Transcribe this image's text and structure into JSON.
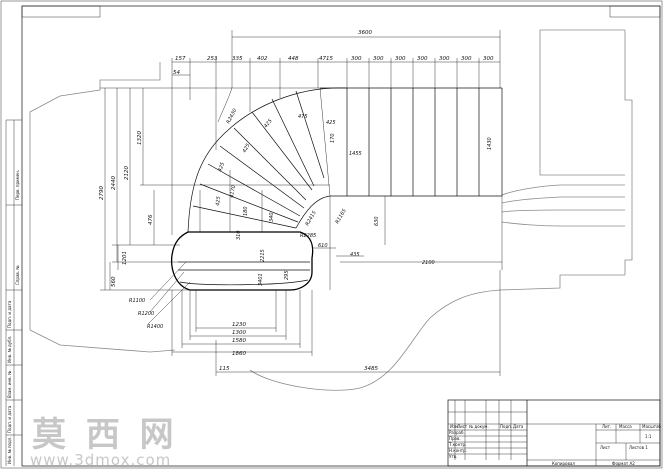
{
  "drawing": {
    "dimensions_top": [
      "3600",
      "157",
      "253",
      "335",
      "402",
      "448",
      "4715",
      "300",
      "300",
      "300",
      "300",
      "300",
      "300",
      "300",
      "54"
    ],
    "dimensions_left": [
      "2790",
      "2440",
      "2120",
      "1320",
      "476",
      "1201",
      "560"
    ],
    "dimensions_inner": [
      "R2430",
      "425",
      "425",
      "425",
      "475",
      "170",
      "1455",
      "4170",
      "425",
      "425",
      "180",
      "340",
      "310",
      "2215",
      "R2285",
      "3401",
      "R2415",
      "R1165",
      "610",
      "630",
      "1430",
      "435",
      "2100",
      "295"
    ],
    "radii_left": [
      "R1100",
      "R1200",
      "R1400"
    ],
    "dimensions_bottom": [
      "1230",
      "1300",
      "1580",
      "1860",
      "115",
      "3485"
    ],
    "sidebar_labels": [
      "Перв. примен.",
      "Справ. №",
      "Подп. и дата",
      "Инв. № дубл.",
      "Взам. инв. №",
      "Подп. и дата",
      "Инв. № подл."
    ],
    "title_block": {
      "rows": [
        "Изм.",
        "Лист",
        "№ докум.",
        "Подп.",
        "Дата",
        "Разраб.",
        "Пров.",
        "Т.контр.",
        "Н.контр.",
        "Утв."
      ],
      "columns": [
        "Лит.",
        "Масса",
        "Масштаб"
      ],
      "scale": "1:1",
      "sheet": "Лист",
      "sheets": "Листов 1",
      "copied": "Копировал",
      "format": "Формат A2"
    },
    "watermark": {
      "chars": "莫 西 网",
      "url": "www.3dmox.com"
    }
  }
}
